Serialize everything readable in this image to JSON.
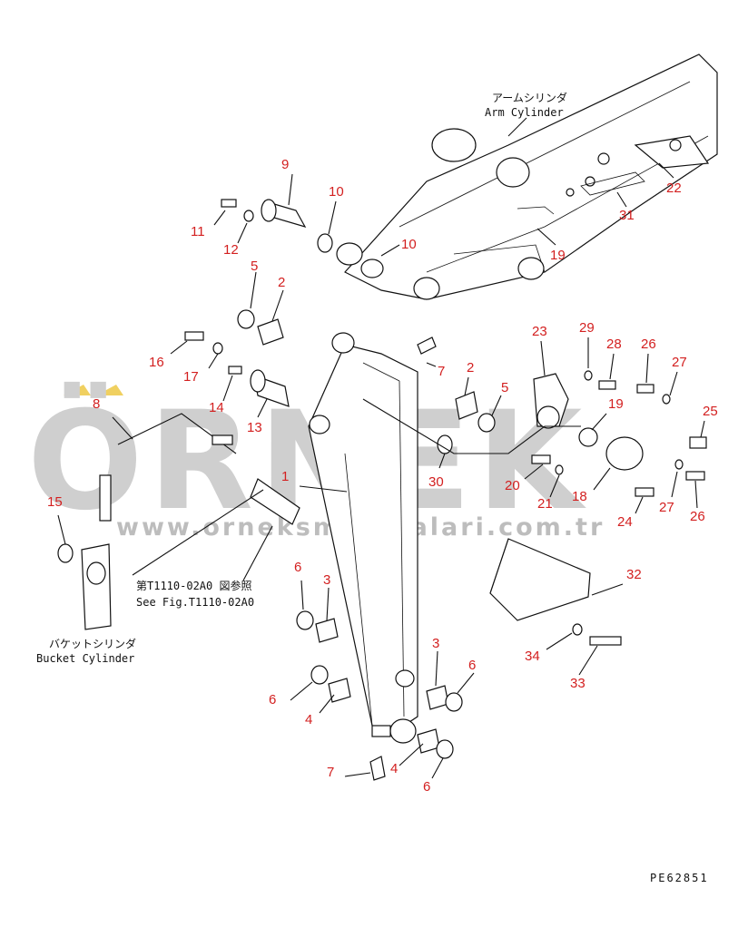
{
  "labels": {
    "arm_cylinder_jp": "アームシリンダ",
    "arm_cylinder_en": "Arm Cylinder",
    "bucket_cylinder_jp": "バケットシリンダ",
    "bucket_cylinder_en": "Bucket Cylinder",
    "see_fig_jp": "第T1110-02A0 図参照",
    "see_fig_en": "See Fig.T1110-02A0",
    "drawing_code": "PE62851"
  },
  "watermark": {
    "brand": "ÖRNEK",
    "url": "www.orneksmakinalari.com.tr",
    "color": "#cfcfcf",
    "accent": "#f0d060"
  },
  "colors": {
    "callout": "#d32020",
    "line": "#111111"
  },
  "callouts": [
    {
      "id": "c9",
      "num": "9"
    },
    {
      "id": "c10a",
      "num": "10"
    },
    {
      "id": "c10b",
      "num": "10"
    },
    {
      "id": "c11",
      "num": "11"
    },
    {
      "id": "c12",
      "num": "12"
    },
    {
      "id": "c5a",
      "num": "5"
    },
    {
      "id": "c2a",
      "num": "2"
    },
    {
      "id": "c16",
      "num": "16"
    },
    {
      "id": "c17",
      "num": "17"
    },
    {
      "id": "c14",
      "num": "14"
    },
    {
      "id": "c13",
      "num": "13"
    },
    {
      "id": "c8",
      "num": "8"
    },
    {
      "id": "c15",
      "num": "15"
    },
    {
      "id": "c1",
      "num": "1"
    },
    {
      "id": "c7a",
      "num": "7"
    },
    {
      "id": "c2b",
      "num": "2"
    },
    {
      "id": "c5b",
      "num": "5"
    },
    {
      "id": "c30",
      "num": "30"
    },
    {
      "id": "c20",
      "num": "20"
    },
    {
      "id": "c21",
      "num": "21"
    },
    {
      "id": "c23",
      "num": "23"
    },
    {
      "id": "c29",
      "num": "29"
    },
    {
      "id": "c28",
      "num": "28"
    },
    {
      "id": "c26a",
      "num": "26"
    },
    {
      "id": "c27a",
      "num": "27"
    },
    {
      "id": "c19b",
      "num": "19"
    },
    {
      "id": "c25",
      "num": "25"
    },
    {
      "id": "c18",
      "num": "18"
    },
    {
      "id": "c24",
      "num": "24"
    },
    {
      "id": "c27b",
      "num": "27"
    },
    {
      "id": "c26b",
      "num": "26"
    },
    {
      "id": "c32",
      "num": "32"
    },
    {
      "id": "c34",
      "num": "34"
    },
    {
      "id": "c33",
      "num": "33"
    },
    {
      "id": "c6a",
      "num": "6"
    },
    {
      "id": "c3a",
      "num": "3"
    },
    {
      "id": "c6b",
      "num": "6"
    },
    {
      "id": "c4a",
      "num": "4"
    },
    {
      "id": "c3b",
      "num": "3"
    },
    {
      "id": "c6c",
      "num": "6"
    },
    {
      "id": "c4b",
      "num": "4"
    },
    {
      "id": "c7b",
      "num": "7"
    },
    {
      "id": "c6d",
      "num": "6"
    },
    {
      "id": "c19a",
      "num": "19"
    },
    {
      "id": "c22",
      "num": "22"
    },
    {
      "id": "c31",
      "num": "31"
    }
  ]
}
